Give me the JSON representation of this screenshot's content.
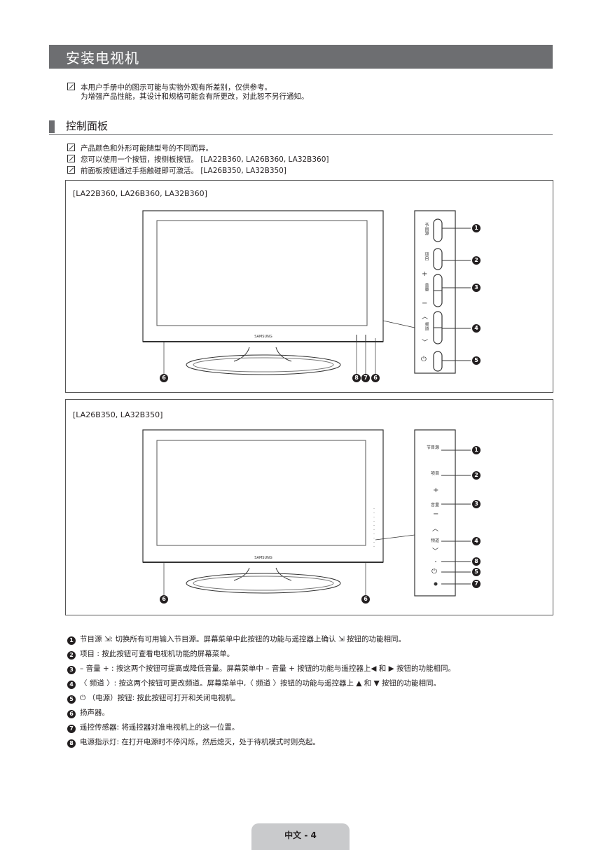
{
  "header": {
    "title": "安装电视机"
  },
  "intro_notes": [
    "本用户手册中的图示可能与实物外观有所差别，仅供参考。",
    "为增强产品性能，其设计和规格可能会有所更改，对此恕不另行通知。"
  ],
  "section": {
    "title": "控制面板"
  },
  "section_notes": [
    "产品颜色和外形可能随型号的不同而异。",
    "您可以使用一个按钮，按侧板按钮。 [LA22B360, LA26B360, LA32B360]",
    "前面板按钮通过手指触碰即可激活。 [LA26B350, LA32B350]"
  ],
  "figure1": {
    "model": "[LA22B360, LA26B360, LA32B360]",
    "brand": "SAMSUNG",
    "buttons": [
      "节目源",
      "项目",
      "音量",
      "频道"
    ],
    "plus": "+",
    "minus": "−",
    "up": "︿",
    "down": "﹀",
    "power": "⏻",
    "callouts": [
      "1",
      "2",
      "3",
      "4",
      "5",
      "6",
      "8",
      "7",
      "6"
    ]
  },
  "figure2": {
    "model": "[LA26B350, LA32B350]",
    "brand": "SAMSUNG",
    "labels": [
      "节目源",
      "项目",
      "+",
      "音量",
      "−",
      "︿",
      "频道",
      "﹀",
      "⏻"
    ],
    "callouts": [
      "1",
      "2",
      "3",
      "4",
      "8",
      "5",
      "7",
      "6",
      "6"
    ]
  },
  "descriptions": [
    {
      "num": "1",
      "text": "节目源 ⇲: 切换所有可用输入节目源。屏幕菜单中此按钮的功能与遥控器上确认 ⇲ 按钮的功能相同。"
    },
    {
      "num": "2",
      "text": "项目 : 按此按钮可查看电视机功能的屏幕菜单。"
    },
    {
      "num": "3",
      "text": "– 音量 + : 按这两个按钮可提高或降低音量。屏幕菜单中 – 音量 +  按钮的功能与遥控器上◀ 和 ▶ 按钮的功能相同。"
    },
    {
      "num": "4",
      "text": "〈 频道 〉: 按这两个按钮可更改频道。屏幕菜单中,〈 频道 〉按钮的功能与遥控器上 ▲ 和 ▼ 按钮的功能相同。"
    },
    {
      "num": "5",
      "text": "⏻ （电源）按钮: 按此按钮可打开和关闭电视机。"
    },
    {
      "num": "6",
      "text": "扬声器。"
    },
    {
      "num": "7",
      "text": "遥控传感器: 将遥控器对准电视机上的这一位置。"
    },
    {
      "num": "8",
      "text": "电源指示灯: 在打开电源时不停闪烁，然后熄灭，处于待机模式时则亮起。"
    }
  ],
  "footer": {
    "page": "中文 - 4"
  }
}
